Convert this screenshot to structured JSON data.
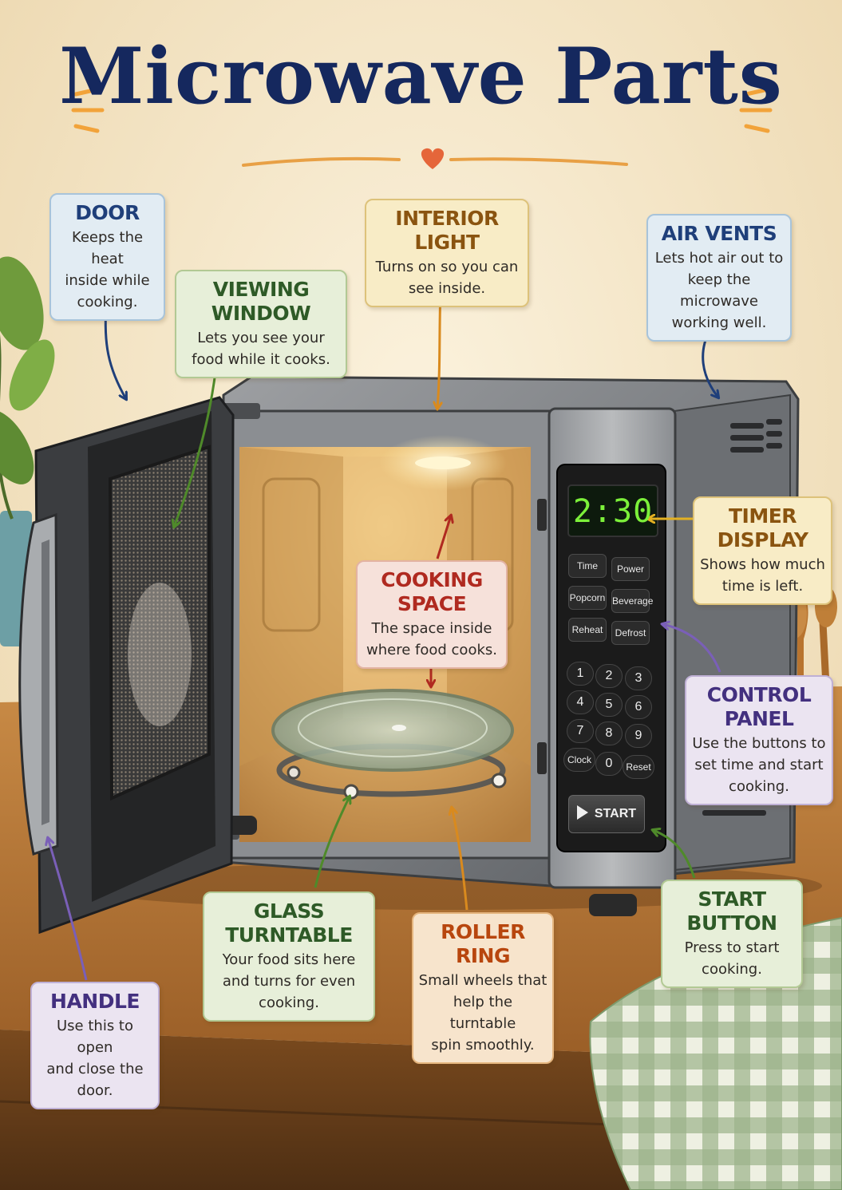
{
  "title": "Microwave Parts",
  "display_time": "2:30",
  "control_buttons": [
    "Time",
    "Power",
    "Popcorn",
    "Beverage",
    "Reheat",
    "Defrost"
  ],
  "keypad": [
    "1",
    "2",
    "3",
    "4",
    "5",
    "6",
    "7",
    "8",
    "9",
    "Clock",
    "0",
    "Reset"
  ],
  "start_button": "START",
  "callouts": {
    "door": {
      "title": "DOOR",
      "lines": [
        "Keeps the heat",
        "inside while",
        "cooking."
      ]
    },
    "viewing_window": {
      "title": "VIEWING WINDOW",
      "lines": [
        "Lets you see your",
        "food while it cooks."
      ]
    },
    "interior_light": {
      "title": "INTERIOR LIGHT",
      "lines": [
        "Turns on so you can",
        "see inside."
      ]
    },
    "air_vents": {
      "title": "AIR VENTS",
      "lines": [
        "Lets hot air out to",
        "keep the microwave",
        "working well."
      ]
    },
    "timer_display": {
      "title": "TIMER DISPLAY",
      "lines": [
        "Shows how much",
        "time is left."
      ]
    },
    "cooking_space": {
      "title": "COOKING SPACE",
      "lines": [
        "The space inside",
        "where food cooks."
      ]
    },
    "control_panel": {
      "title": "CONTROL PANEL",
      "lines": [
        "Use the buttons to",
        "set time and start",
        "cooking."
      ]
    },
    "start_button": {
      "title": "START BUTTON",
      "lines": [
        "Press to start",
        "cooking."
      ]
    },
    "glass_turntable": {
      "title": "GLASS TURNTABLE",
      "lines": [
        "Your food sits here",
        "and turns for even",
        "cooking."
      ]
    },
    "roller_ring": {
      "title": "ROLLER RING",
      "lines": [
        "Small wheels that",
        "help the turntable",
        "spin smoothly."
      ]
    },
    "handle": {
      "title": "HANDLE",
      "lines": [
        "Use this to open",
        "and close the door."
      ]
    }
  }
}
